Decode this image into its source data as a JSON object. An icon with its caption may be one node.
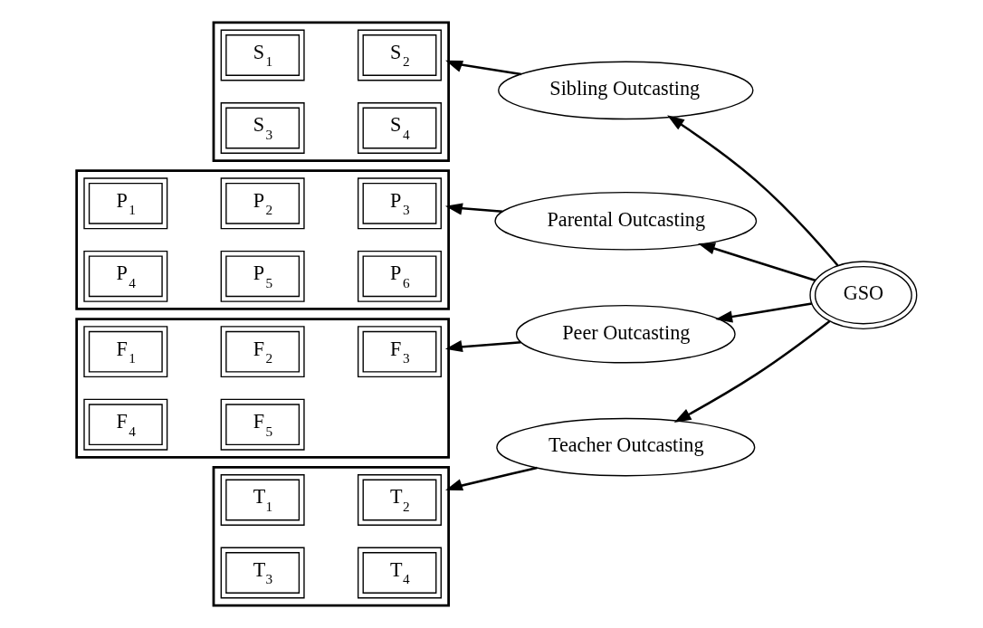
{
  "diagram": {
    "nodes": [
      {
        "text": [],
        "shape": "box"
      },
      {
        "text": [
          "S$_{1}$"
        ],
        "in": 0
      },
      {
        "text": [
          "S$_{2}$"
        ],
        "in": 0
      },
      {
        "text": [
          "S$_{3}$"
        ],
        "in": 0
      },
      {
        "text": [
          "S$_{4}$"
        ],
        "in": 0
      },
      {
        "text": [
          "Sibling Outcasting"
        ]
      },
      {
        "text": [],
        "shape": "box"
      },
      {
        "text": [
          "P$_{1}$"
        ],
        "in": 6
      },
      {
        "text": [
          "P$_{2}$"
        ],
        "in": 6
      },
      {
        "text": [
          "P$_{3}$"
        ],
        "in": 6
      },
      {
        "text": [
          "P$_{4}$"
        ],
        "in": 6
      },
      {
        "text": [
          "P$_{5}$"
        ],
        "in": 6
      },
      {
        "text": [
          "P$_{6}$"
        ],
        "in": 6
      },
      {
        "text": [
          "Parental Outcasting"
        ]
      },
      {
        "text": [
          "GSO"
        ]
      },
      {
        "text": [],
        "shape": "box"
      },
      {
        "text": [
          "F$_{1}$"
        ],
        "in": 15
      },
      {
        "text": [
          "F$_{2}$"
        ],
        "in": 15
      },
      {
        "text": [
          "F$_{3}$"
        ],
        "in": 15
      },
      {
        "text": [
          "F$_{4}$"
        ],
        "in": 15
      },
      {
        "text": [
          "F$_{5}$"
        ],
        "in": 15
      },
      {
        "text": [
          "Peer Outcasting"
        ]
      },
      {
        "text": [],
        "shape": "box"
      },
      {
        "text": [
          "T$_{1}$"
        ],
        "in": 22
      },
      {
        "text": [
          "T$_{2}$"
        ],
        "in": 22
      },
      {
        "text": [
          "T$_{3}$"
        ],
        "in": 22
      },
      {
        "text": [
          "T$_{4}$"
        ],
        "in": 22
      },
      {
        "text": [
          "Teacher Outcasting"
        ]
      }
    ],
    "edges": [
      {
        "from": 14,
        "to": 5,
        "arrow": "to"
      },
      {
        "from": 14,
        "to": 13,
        "arrow": "to"
      },
      {
        "from": 14,
        "to": 21,
        "arrow": "to"
      },
      {
        "from": 14,
        "to": 27,
        "arrow": "to"
      },
      {
        "from": 5,
        "to": 0,
        "arrow": "to"
      },
      {
        "from": 13,
        "to": 6,
        "arrow": "to"
      },
      {
        "from": 21,
        "to": 15,
        "arrow": "to"
      },
      {
        "from": 27,
        "to": 22,
        "arrow": "to"
      }
    ]
  }
}
